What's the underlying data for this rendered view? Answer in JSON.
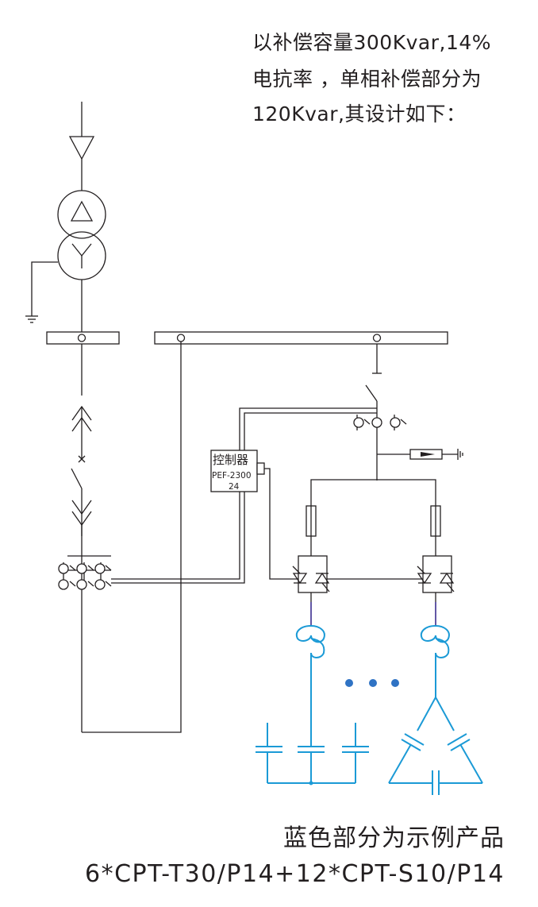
{
  "intro": {
    "line1": "以补偿容量300Kvar,14%",
    "line2": "电抗率 ，单相补偿部分为",
    "line3": "120Kvar,其设计如下："
  },
  "controller": {
    "name": "控制器",
    "model": "PEF-2300",
    "model_suffix": "24"
  },
  "blue_note": "蓝色部分为示例产品",
  "model_line": "6*CPT-T30/P14+12*CPT-S10/P14",
  "colors": {
    "line": "#231f20",
    "product_blue": "#1b9ad6",
    "dots_blue": "#2f73c4",
    "reactor_violet": "#3b2d8f"
  }
}
